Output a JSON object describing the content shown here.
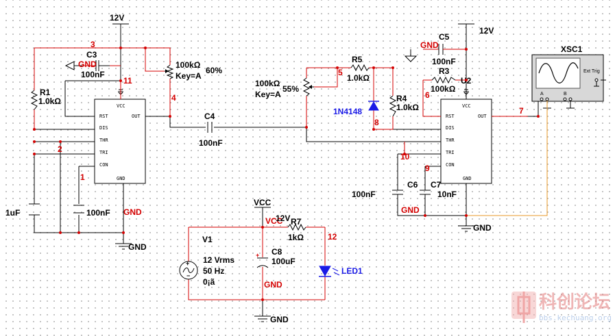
{
  "supply": {
    "top_left": "12V",
    "top_right": "12V",
    "vcc_top": "VCC",
    "vcc_net": "VCC",
    "v12_small": "12V"
  },
  "ground": {
    "gnd1": "GND",
    "gnd2": "GND",
    "gnd3": "GND",
    "gnd4": "GND",
    "gnd5": "GND",
    "gnd6": "GND",
    "gnd7": "GND",
    "gnd8": "GND"
  },
  "components": {
    "c3": {
      "name": "C3",
      "value": "100nF"
    },
    "r1": {
      "name": "R1",
      "value": "1.0kΩ"
    },
    "pot1": {
      "value": "100kΩ",
      "key": "Key=A",
      "percent": "60%"
    },
    "c4": {
      "name": "C4",
      "value": "100nF"
    },
    "c_left": {
      "value": "1uF"
    },
    "c_left2": {
      "value": "100nF"
    },
    "c5": {
      "name": "C5",
      "value": "100nF"
    },
    "r5": {
      "name": "R5",
      "value": "1.0kΩ"
    },
    "pot2": {
      "value": "100kΩ",
      "key": "Key=A",
      "percent": "55%"
    },
    "r3": {
      "name": "R3",
      "value": "100kΩ"
    },
    "u2": {
      "name": "U2"
    },
    "r4": {
      "name": "R4",
      "value": "1.0kΩ"
    },
    "d1": {
      "name": "1N4148"
    },
    "c6": {
      "name": "C6",
      "value": "100nF"
    },
    "c7": {
      "name": "C7",
      "value": "10nF"
    },
    "v1": {
      "name": "V1",
      "amp": "12 Vrms",
      "freq": "50 Hz",
      "phase": "0¡ã"
    },
    "c8": {
      "name": "C8",
      "value": "100uF"
    },
    "r7": {
      "name": "R7",
      "value": "1kΩ"
    },
    "led1": {
      "name": "LED1"
    },
    "xsc1": {
      "name": "XSC1",
      "ext_trig": "Ext Trig",
      "a": "A",
      "b": "B"
    }
  },
  "nets": {
    "n1": "1",
    "n2": "2",
    "n3": "3",
    "n4": "4",
    "n5": "5",
    "n6": "6",
    "n7": "7",
    "n8": "8",
    "n9": "9",
    "n10": "10",
    "n11": "11",
    "n12": "12"
  },
  "chip_pins": {
    "rst": "RST",
    "dis": "DIS",
    "thr": "THR",
    "tri": "TRI",
    "con": "CON",
    "vcc": "VCC",
    "out": "OUT",
    "gnd": "GND"
  },
  "watermark": {
    "title": "科创论坛",
    "url": "bbs.kechuang.org"
  }
}
